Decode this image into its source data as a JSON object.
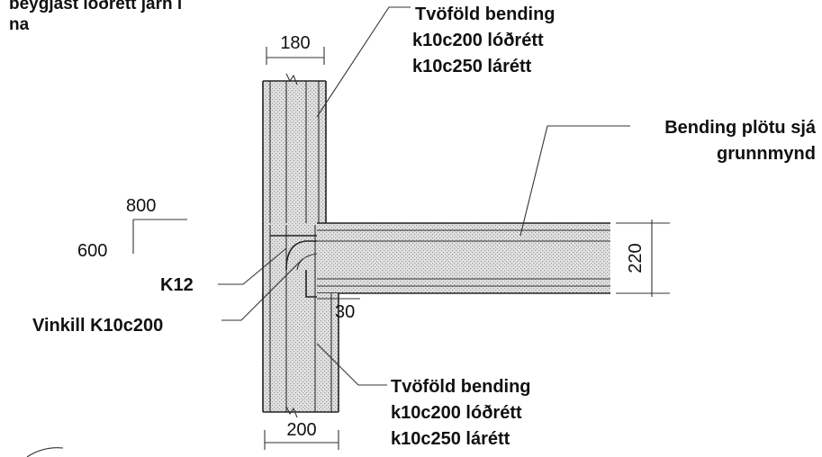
{
  "header": {
    "partial_line1": "beygjast lóðrétt járn í",
    "partial_line2": "na"
  },
  "labels": {
    "top_right": [
      "Tvöföld bending",
      "k10c200 lóðrétt",
      "k10c250 lárétt"
    ],
    "bottom_right": [
      "Tvöföld bending",
      "k10c200 lóðrétt",
      "k10c250 lárétt"
    ],
    "slab_note": [
      "Bending plötu sjá",
      "grunnmynd"
    ],
    "k12": "K12",
    "vinkill": "Vinkill K10c200"
  },
  "dimensions": {
    "top_wall": "180",
    "bottom_wall": "200",
    "slab_thickness": "220",
    "offset": "30",
    "level_upper": "800",
    "level_lower": "600"
  },
  "colors": {
    "concrete": "#d8d8d8",
    "line": "#222222",
    "text": "#111111"
  }
}
